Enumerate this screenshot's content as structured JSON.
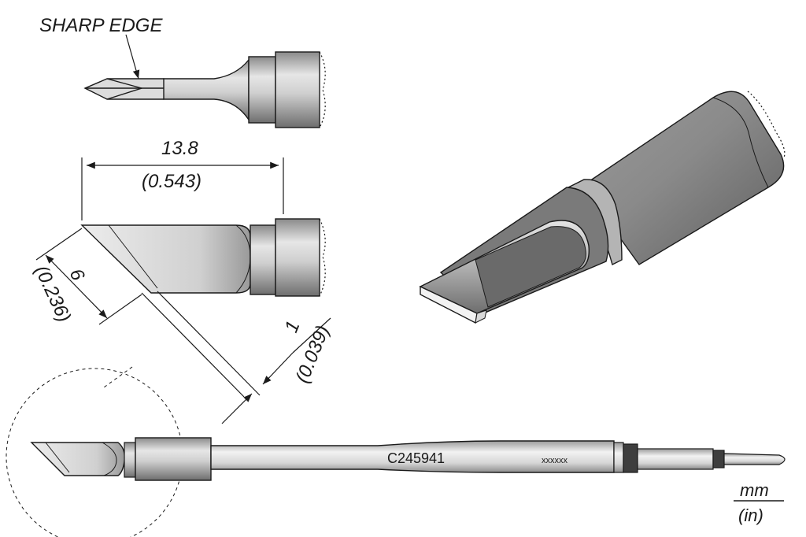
{
  "labels": {
    "sharp_edge": "SHARP EDGE",
    "length_mm": "13.8",
    "length_in": "(0.543)",
    "width_mm": "6",
    "width_in": "(0.236)",
    "thickness_mm": "1",
    "thickness_in": "(0.039)",
    "part_number": "C245941",
    "serial_code": "xxxxxx",
    "unit_mm": "mm",
    "unit_in": "(in)"
  },
  "colors": {
    "metal_light": "#e2e2e2",
    "metal_mid": "#b9b9b9",
    "metal_dark": "#7f7f7f",
    "band_dark": "#3e3e3e",
    "outline": "#1a1a1a"
  }
}
